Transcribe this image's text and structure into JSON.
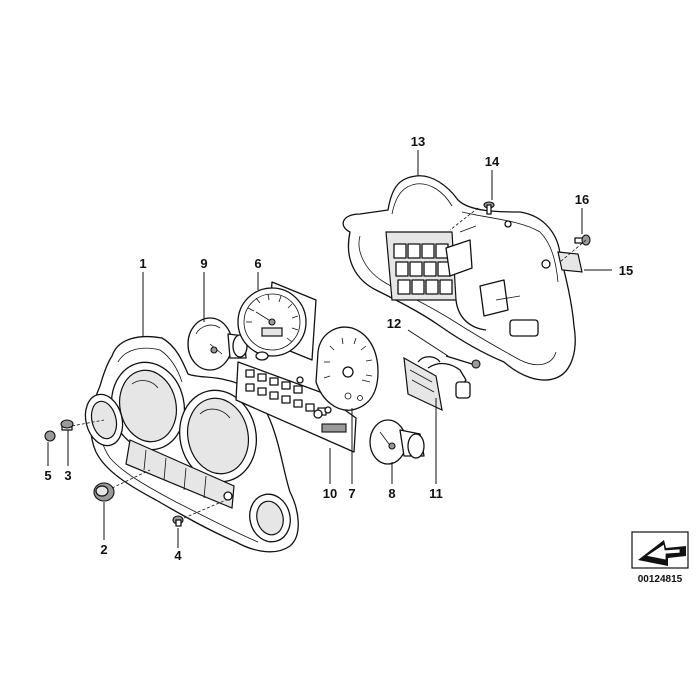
{
  "callouts": {
    "c1": "1",
    "c2": "2",
    "c3": "3",
    "c4": "4",
    "c5": "5",
    "c6": "6",
    "c7": "7",
    "c8": "8",
    "c9": "9",
    "c10": "10",
    "c11": "11",
    "c12": "12",
    "c13": "13",
    "c14": "14",
    "c15": "15",
    "c16": "16"
  },
  "reference_number": "00124815",
  "icons": {
    "reference_stamp": "arrow-stamp-icon"
  }
}
